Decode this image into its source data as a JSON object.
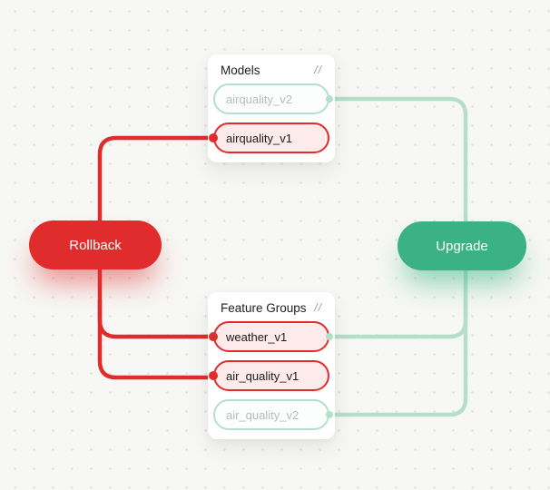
{
  "canvas": {
    "background_color": "#f7f7f5",
    "dot_color": "#e3e3e0"
  },
  "colors": {
    "red": "#e02c2c",
    "red_node_background": "#fdeaea",
    "green": "#3ab285",
    "mint": "#b4dfcb",
    "mint_node_background": "#fcfefd",
    "muted_text": "#b7bbb9",
    "title_text": "#1e1e1e",
    "handle_icon": "#999999"
  },
  "actions": {
    "rollback_label": "Rollback",
    "upgrade_label": "Upgrade"
  },
  "cards": {
    "models": {
      "title": "Models",
      "handle": "//",
      "items": [
        {
          "label": "airquality_v2",
          "state": "upgrade-target",
          "port": "right"
        },
        {
          "label": "airquality_v1",
          "state": "rollback-source",
          "port": "left"
        }
      ]
    },
    "feature_groups": {
      "title": "Feature Groups",
      "handle": "//",
      "items": [
        {
          "label": "weather_v1",
          "state": "rollback-source",
          "port": "both"
        },
        {
          "label": "air_quality_v1",
          "state": "rollback-source",
          "port": "left"
        },
        {
          "label": "air_quality_v2",
          "state": "upgrade-target",
          "port": "right"
        }
      ]
    }
  }
}
